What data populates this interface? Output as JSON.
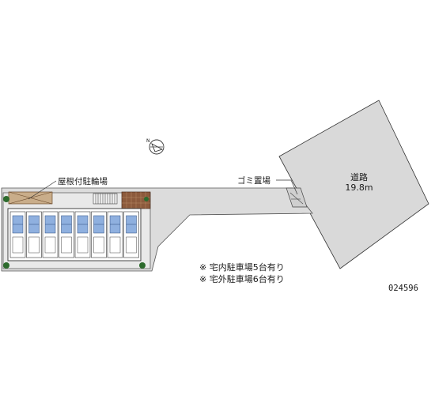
{
  "road": {
    "name": "道路",
    "width": "19.8m"
  },
  "labels": {
    "covered_bicycle_parking": "屋根付駐輪場",
    "garbage_area": "ゴミ置場"
  },
  "notes": [
    "※ 宅内駐車場5台有り",
    "※ 宅外駐車場6台有り"
  ],
  "property_code": "024596",
  "compass": {
    "north_label": "N"
  },
  "colors": {
    "road": "#d9d9d9",
    "paved": "#dcdcdc",
    "building": "#ffffff",
    "unit_parking": "#8fb0df",
    "bicycle_shelter": "#c9ad8a",
    "garbage_area": "#8c5a3c",
    "shrub": "#2d6b2d"
  }
}
